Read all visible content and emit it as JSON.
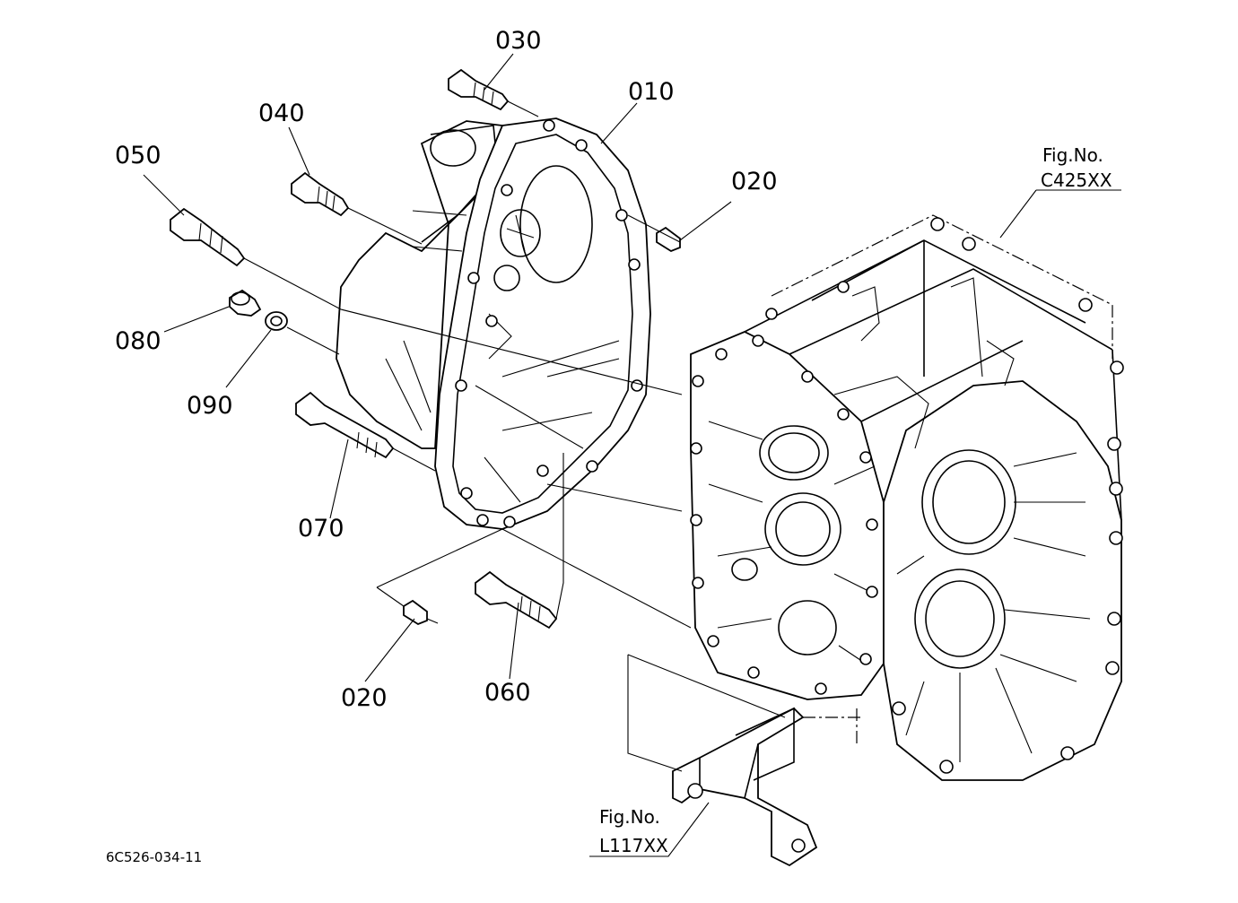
{
  "diagram": {
    "callouts": [
      {
        "id": "030",
        "text": "030"
      },
      {
        "id": "010",
        "text": "010"
      },
      {
        "id": "040",
        "text": "040"
      },
      {
        "id": "050",
        "text": "050"
      },
      {
        "id": "020a",
        "text": "020"
      },
      {
        "id": "080",
        "text": "080"
      },
      {
        "id": "090",
        "text": "090"
      },
      {
        "id": "070",
        "text": "070"
      },
      {
        "id": "020b",
        "text": "020"
      },
      {
        "id": "060",
        "text": "060"
      }
    ],
    "fig_refs": [
      {
        "label": "Fig.No.",
        "code": "C425XX"
      },
      {
        "label": "Fig.No.",
        "code": "L117XX"
      }
    ],
    "doc_id": "6C526-034-11"
  }
}
